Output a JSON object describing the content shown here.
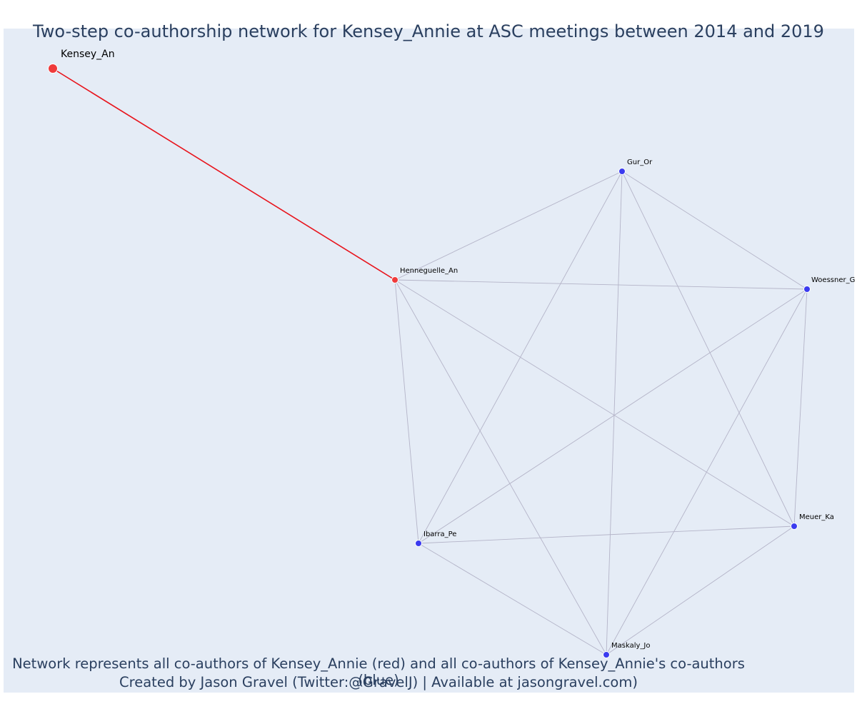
{
  "title": "Two-step co-authorship network for Kensey_Annie at ASC meetings between 2014 and 2019",
  "footer": {
    "line1": "Network represents all co-authors of Kensey_Annie (red) and all co-authors of Kensey_Annie's co-authors (blue)",
    "line2": "Created by Jason Gravel (Twitter:@GravelJ) | Available at jasongravel.com)"
  },
  "colors": {
    "background": "#e5ecf6",
    "focal_node": "#ef3b3b",
    "coauthor_node": "#3b3bef",
    "focal_edge": "#e8141c",
    "other_edge": "#b4b4c8",
    "text": "#2a3f5f"
  },
  "nodes": [
    {
      "id": "Kensey_An",
      "label": "Kensey_An",
      "group": "focal"
    },
    {
      "id": "Henneguelle_An",
      "label": "Henneguelle_An",
      "group": "direct"
    },
    {
      "id": "Gur_Or",
      "label": "Gur_Or",
      "group": "second"
    },
    {
      "id": "Woessner_G",
      "label": "Woessner_G",
      "group": "second"
    },
    {
      "id": "Ibarra_Pe",
      "label": "Ibarra_Pe",
      "group": "second"
    },
    {
      "id": "Meuer_Ka",
      "label": "Meuer_Ka",
      "group": "second"
    },
    {
      "id": "Maskaly_Jo",
      "label": "Maskaly_Jo",
      "group": "second"
    }
  ],
  "edges": [
    {
      "source": "Kensey_An",
      "target": "Henneguelle_An",
      "type": "focal"
    },
    {
      "source": "Henneguelle_An",
      "target": "Gur_Or"
    },
    {
      "source": "Henneguelle_An",
      "target": "Woessner_G"
    },
    {
      "source": "Henneguelle_An",
      "target": "Ibarra_Pe"
    },
    {
      "source": "Henneguelle_An",
      "target": "Meuer_Ka"
    },
    {
      "source": "Henneguelle_An",
      "target": "Maskaly_Jo"
    },
    {
      "source": "Gur_Or",
      "target": "Woessner_G"
    },
    {
      "source": "Gur_Or",
      "target": "Ibarra_Pe"
    },
    {
      "source": "Gur_Or",
      "target": "Meuer_Ka"
    },
    {
      "source": "Gur_Or",
      "target": "Maskaly_Jo"
    },
    {
      "source": "Woessner_G",
      "target": "Ibarra_Pe"
    },
    {
      "source": "Woessner_G",
      "target": "Meuer_Ka"
    },
    {
      "source": "Woessner_G",
      "target": "Maskaly_Jo"
    },
    {
      "source": "Ibarra_Pe",
      "target": "Meuer_Ka"
    },
    {
      "source": "Ibarra_Pe",
      "target": "Maskaly_Jo"
    },
    {
      "source": "Meuer_Ka",
      "target": "Maskaly_Jo"
    }
  ]
}
